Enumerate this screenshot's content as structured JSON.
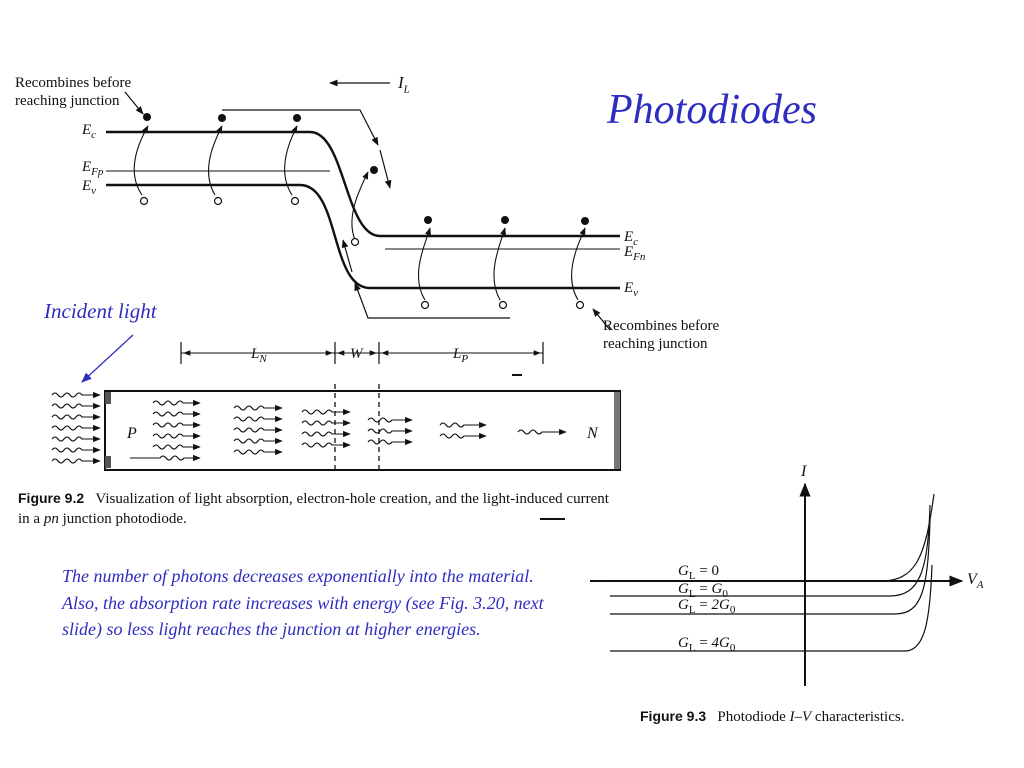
{
  "slide": {
    "title": "Photodiodes",
    "incident_label": "Incident light",
    "body_text": "The number of photons decreases exponentially into the material.  Also, the absorption rate increases with energy (see Fig. 3.20, next slide) so less light reaches the junction at higher energies."
  },
  "band_diagram": {
    "recombine_left": [
      "Recombines before",
      "reaching junction"
    ],
    "recombine_right": [
      "Recombines before",
      "reaching junction"
    ],
    "current_label": "I",
    "current_sub": "L",
    "left_levels": [
      {
        "main": "E",
        "sub": "c"
      },
      {
        "main": "E",
        "sub": "Fp"
      },
      {
        "main": "E",
        "sub": "v"
      }
    ],
    "right_levels": [
      {
        "main": "E",
        "sub": "c"
      },
      {
        "main": "E",
        "sub": "Fn"
      },
      {
        "main": "E",
        "sub": "v"
      }
    ]
  },
  "figure_9_2": {
    "region_p": "P",
    "region_n": "N",
    "dim_ln": {
      "main": "L",
      "sub": "N"
    },
    "dim_w": "W",
    "dim_lp": {
      "main": "L",
      "sub": "P"
    },
    "caption_num": "Figure 9.2",
    "caption_line1": "Visualization of light absorption, electron-hole creation, and the light-induced current",
    "caption_line2_pre": "in a ",
    "caption_line2_em": "pn",
    "caption_line2_post": " junction photodiode."
  },
  "figure_9_3": {
    "axis_i": "I",
    "axis_va_main": "V",
    "axis_va_sub": "A",
    "curves": [
      {
        "label": "Gₗ = 0",
        "lhs": "G",
        "lhs_sub": "L",
        "rhs": "0",
        "rhs_sub": ""
      },
      {
        "label": "Gₗ = G₀",
        "lhs": "G",
        "lhs_sub": "L",
        "rhs": "G",
        "rhs_sub": "0"
      },
      {
        "label": "Gₗ = 2G₀",
        "lhs": "G",
        "lhs_sub": "L",
        "rhs": "2G",
        "rhs_sub": "0"
      },
      {
        "label": "Gₗ = 4G₀",
        "lhs": "G",
        "lhs_sub": "L",
        "rhs": "4G",
        "rhs_sub": "0"
      }
    ],
    "caption_num": "Figure 9.3",
    "caption_pre": "Photodiode ",
    "caption_em": "I–V",
    "caption_post": " characteristics."
  },
  "colors": {
    "accent": "#2d2dbf",
    "ink": "#111111"
  }
}
